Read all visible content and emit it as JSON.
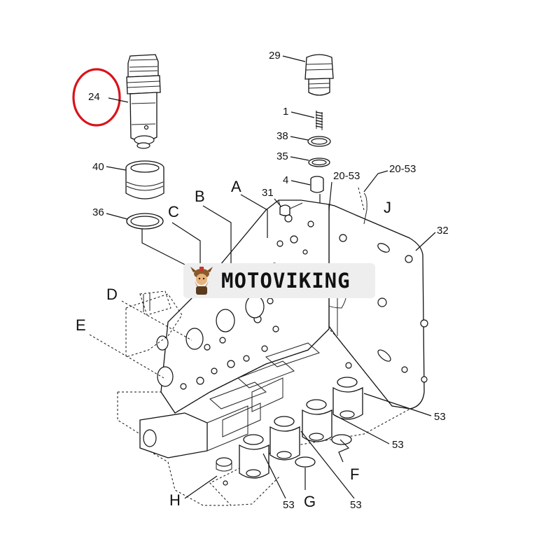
{
  "diagram": {
    "labels": {
      "p24": "24",
      "p40": "40",
      "p36": "36",
      "p29": "29",
      "p1": "1",
      "p38": "38",
      "p35": "35",
      "p4": "4",
      "p20a": "20-53",
      "p20b": "20-53",
      "p31": "31",
      "p32": "32",
      "p53a": "53",
      "p53b": "53",
      "p53c": "53",
      "p53d": "53",
      "A": "A",
      "B": "B",
      "C": "C",
      "D": "D",
      "E": "E",
      "F": "F",
      "G": "G",
      "H": "H",
      "J": "J"
    },
    "highlight_color": "#d9121b",
    "highlighted_part": "24"
  },
  "watermark": {
    "text": "MOTOVIKING",
    "background": "#eeeeee"
  }
}
